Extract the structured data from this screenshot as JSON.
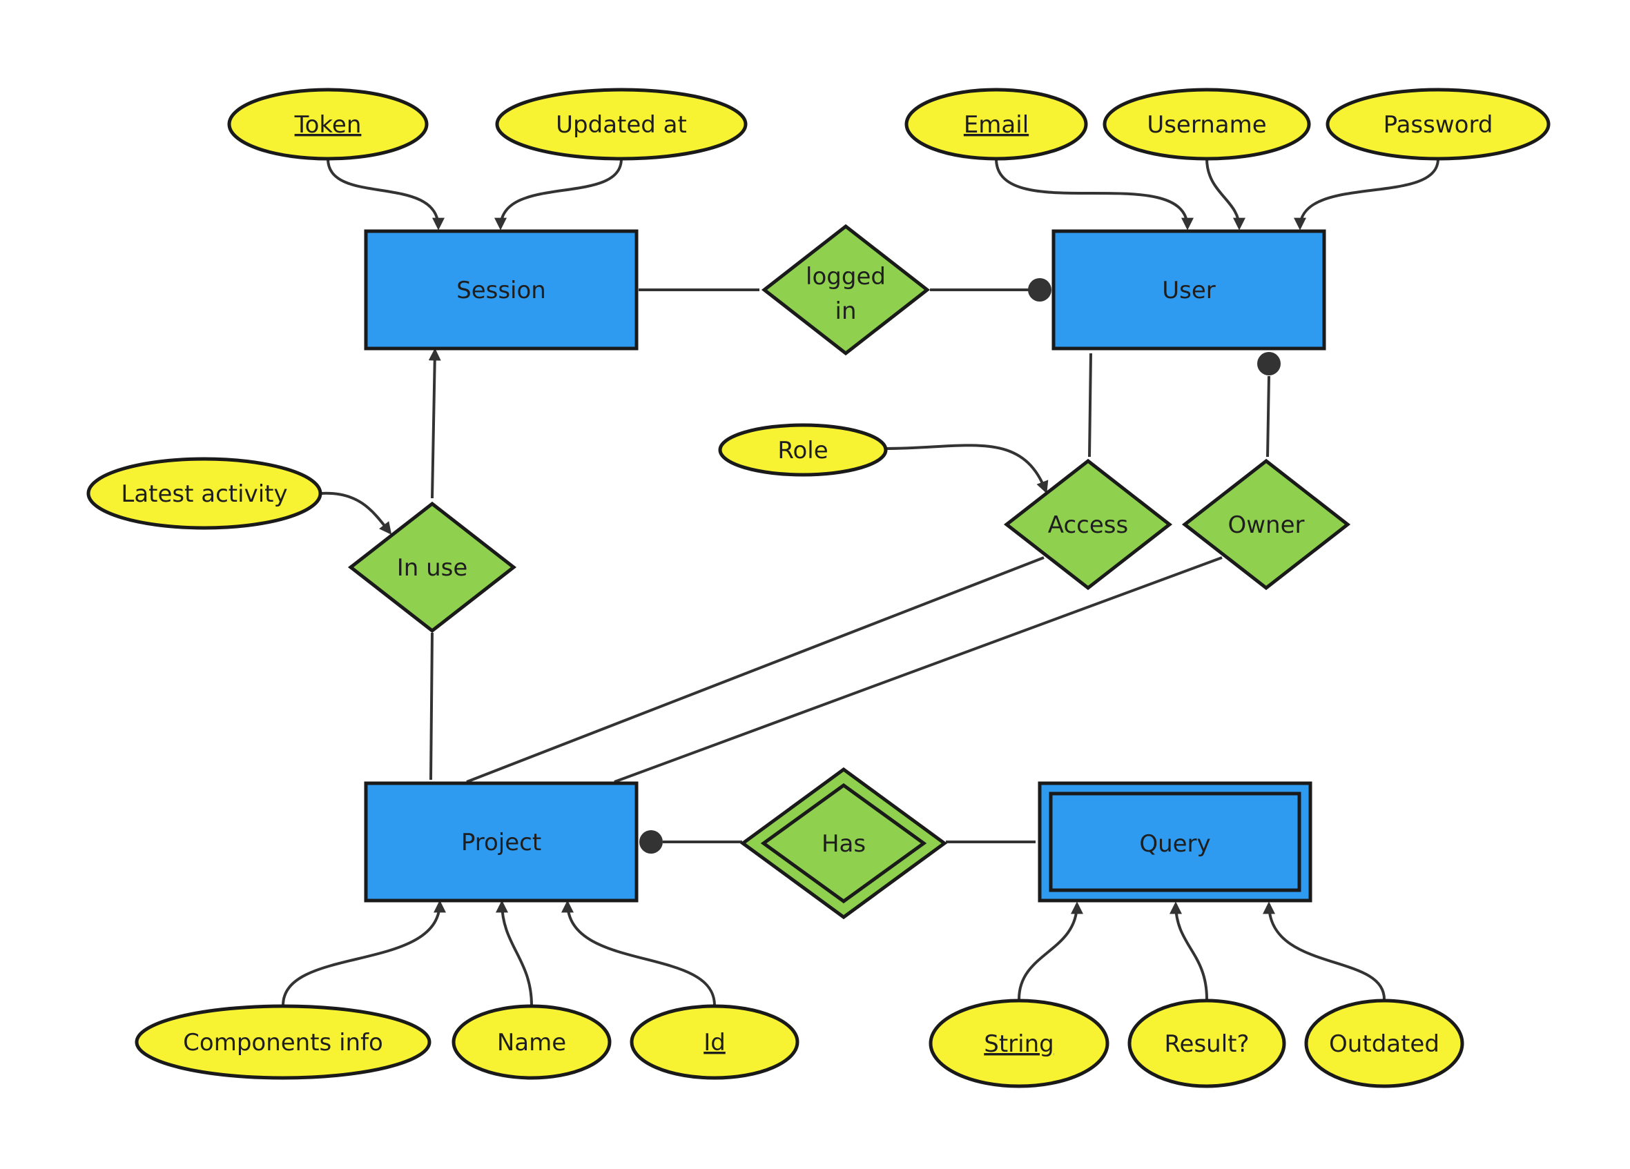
{
  "entities": {
    "session": "Session",
    "user": "User",
    "project": "Project",
    "query": "Query"
  },
  "relationships": {
    "logged_in_line1": "logged",
    "logged_in_line2": "in",
    "in_use": "In use",
    "access": "Access",
    "owner": "Owner",
    "has": "Has"
  },
  "attributes": {
    "token": "Token",
    "updated_at": "Updated at",
    "email": "Email",
    "username": "Username",
    "password": "Password",
    "role": "Role",
    "latest_activity": "Latest activity",
    "components_info": "Components info",
    "name": "Name",
    "id": "Id",
    "string": "String",
    "result": "Result?",
    "outdated": "Outdated"
  },
  "colors": {
    "entity": "#2e9bf0",
    "attribute": "#f7f332",
    "relationship": "#8fd14f"
  }
}
